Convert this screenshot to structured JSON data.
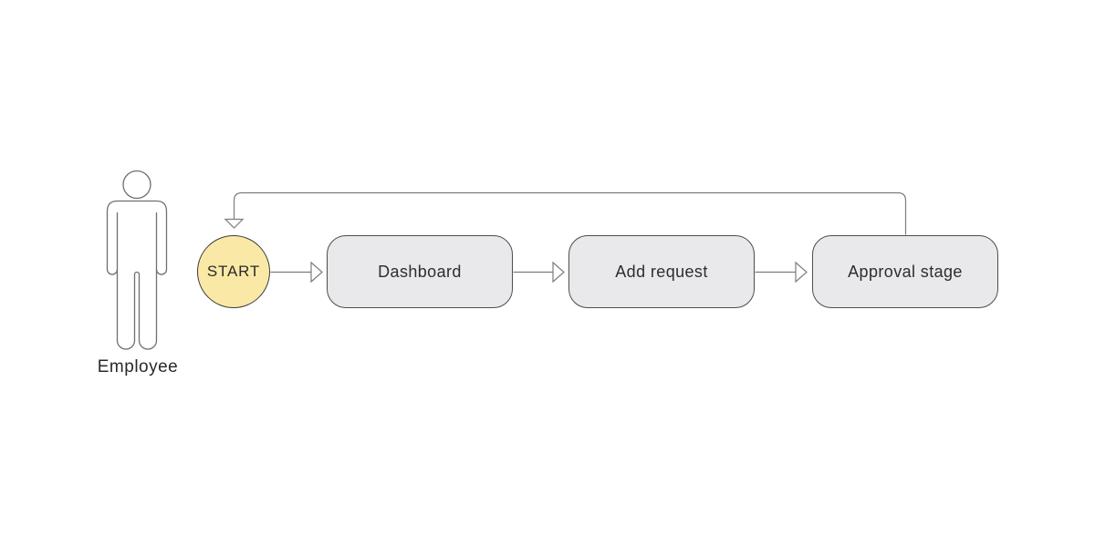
{
  "diagram": {
    "type": "flowchart",
    "actor": {
      "label": "Employee",
      "icon": "person-outline-icon"
    },
    "start_node": {
      "label": "START",
      "shape": "circle",
      "fill": "#FAE9A6",
      "border": "#3C3C3C"
    },
    "nodes": [
      {
        "id": "dashboard",
        "label": "Dashboard",
        "shape": "rounded-rectangle"
      },
      {
        "id": "add-request",
        "label": "Add request",
        "shape": "rounded-rectangle"
      },
      {
        "id": "approval-stage",
        "label": "Approval stage",
        "shape": "rounded-rectangle"
      }
    ],
    "edges": [
      {
        "from": "start",
        "to": "dashboard",
        "style": "open-triangle-arrow",
        "direction": "right"
      },
      {
        "from": "dashboard",
        "to": "add-request",
        "style": "open-triangle-arrow",
        "direction": "right"
      },
      {
        "from": "add-request",
        "to": "approval-stage",
        "style": "open-triangle-arrow",
        "direction": "right"
      },
      {
        "from": "approval-stage",
        "to": "start",
        "style": "open-triangle-arrow",
        "direction": "loop-back-over-top"
      }
    ],
    "colors": {
      "background": "#FFFFFF",
      "node_fill": "#E9E9EB",
      "node_border": "#4D4D4D",
      "start_fill": "#FAE9A6",
      "line": "#7D7D7D",
      "arrowhead_fill": "#FFFFFF",
      "text": "#2D2D2D"
    }
  }
}
